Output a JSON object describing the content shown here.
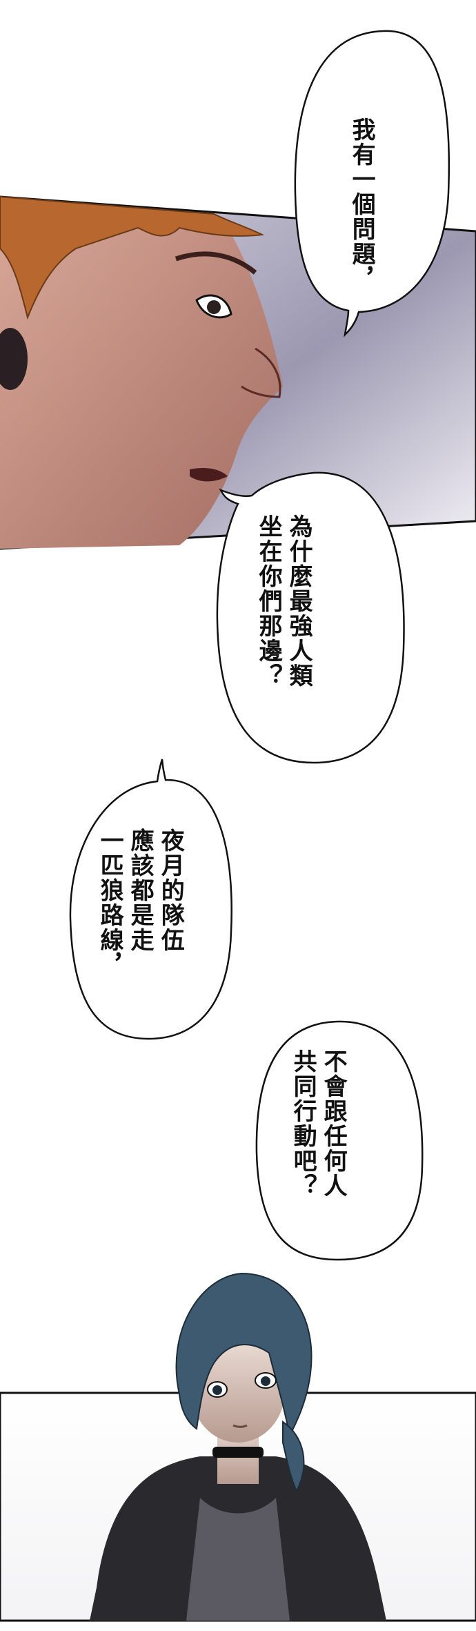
{
  "comic": {
    "panels": [
      {
        "name": "panel-orange-haired-man",
        "description_icon": "character-portrait"
      },
      {
        "name": "panel-blue-haired-youth",
        "description_icon": "character-portrait"
      }
    ],
    "bubbles": [
      {
        "id": "bubble-1",
        "lines": [
          "我有",
          "一個",
          "問題，"
        ],
        "columns": [
          "我有一個問題，"
        ]
      },
      {
        "id": "bubble-2",
        "columns": [
          "為什麼最強人類",
          "坐在你們那邊？"
        ]
      },
      {
        "id": "bubble-3",
        "columns": [
          "夜月的隊伍",
          "應該都是走",
          "一匹狼路線，"
        ]
      },
      {
        "id": "bubble-4",
        "columns": [
          "不會跟任何人",
          "共同行動吧？"
        ]
      }
    ]
  },
  "colors": {
    "panel_bg_top": "#ffffff",
    "panel_shade": "#8a86a0",
    "skin": "#c58e7f",
    "hair_orange": "#b8672e",
    "hair_blue": "#3d5a70",
    "jacket": "#2a2a2e",
    "shirt": "#5b5a63"
  }
}
